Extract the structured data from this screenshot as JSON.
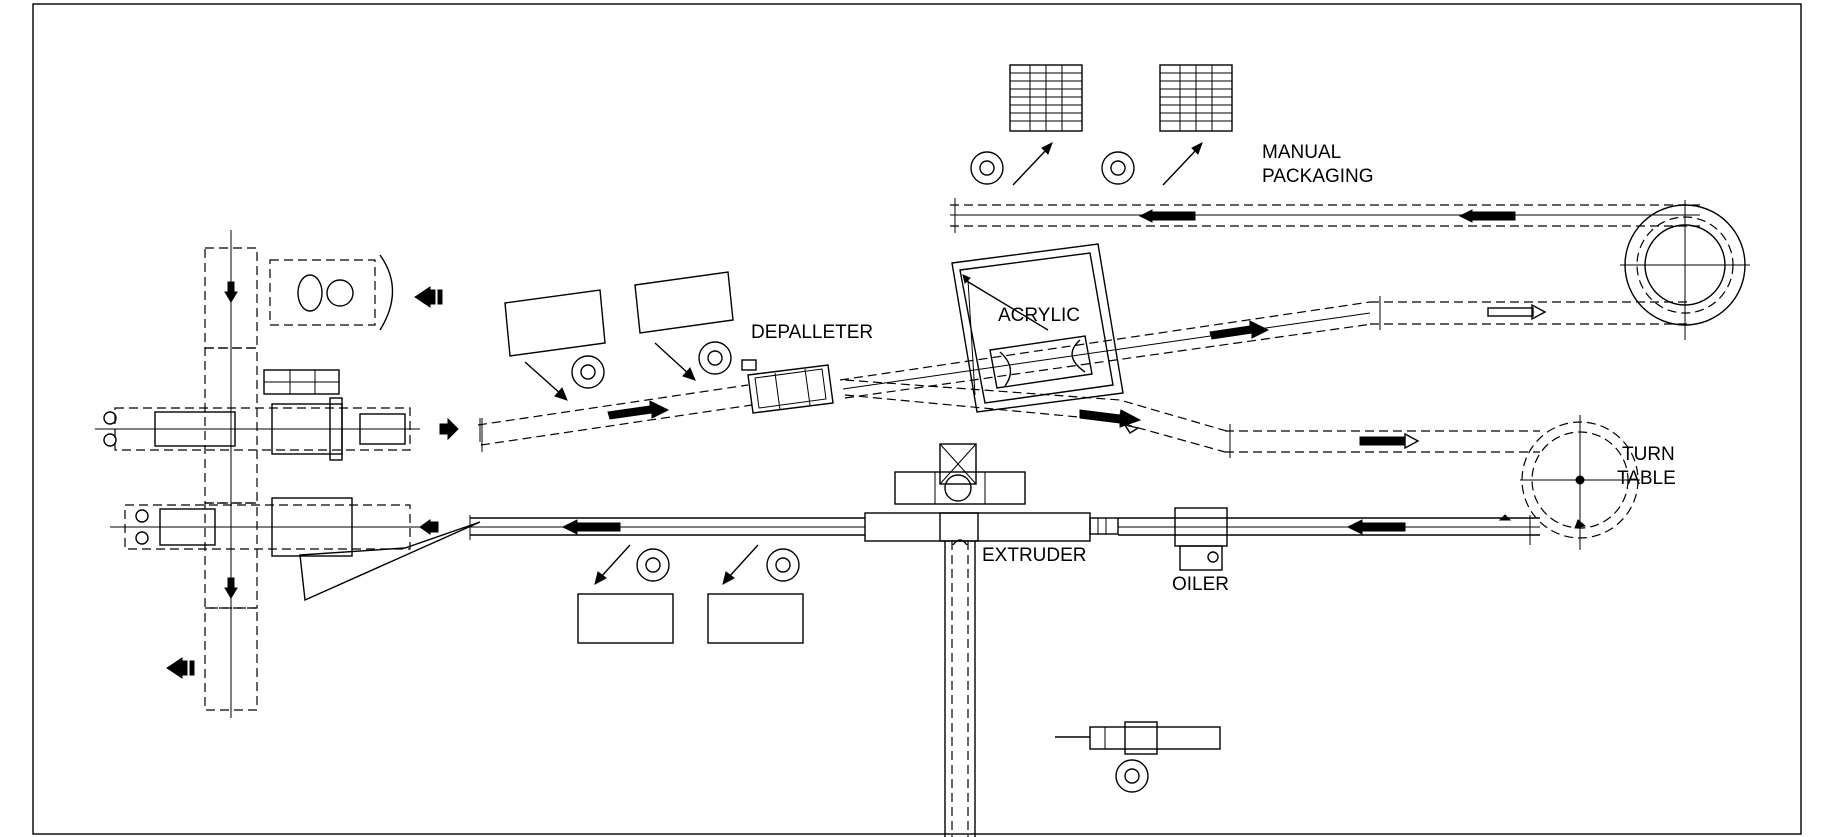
{
  "labels": {
    "manual_packaging_line1": "MANUAL",
    "manual_packaging_line2": "PACKAGING",
    "acrylic": "ACRYLIC",
    "depalleter": "DEPALLETER",
    "turn_table_line1": "TURN",
    "turn_table_line2": "TABLE",
    "extruder": "EXTRUDER",
    "oiler": "OILER"
  },
  "colors": {
    "ink": "#000000",
    "background": "#ffffff"
  },
  "icons": [
    "operator-icon",
    "pallet-icon",
    "flow-arrow-icon",
    "turntable-icon",
    "robot-icon"
  ]
}
